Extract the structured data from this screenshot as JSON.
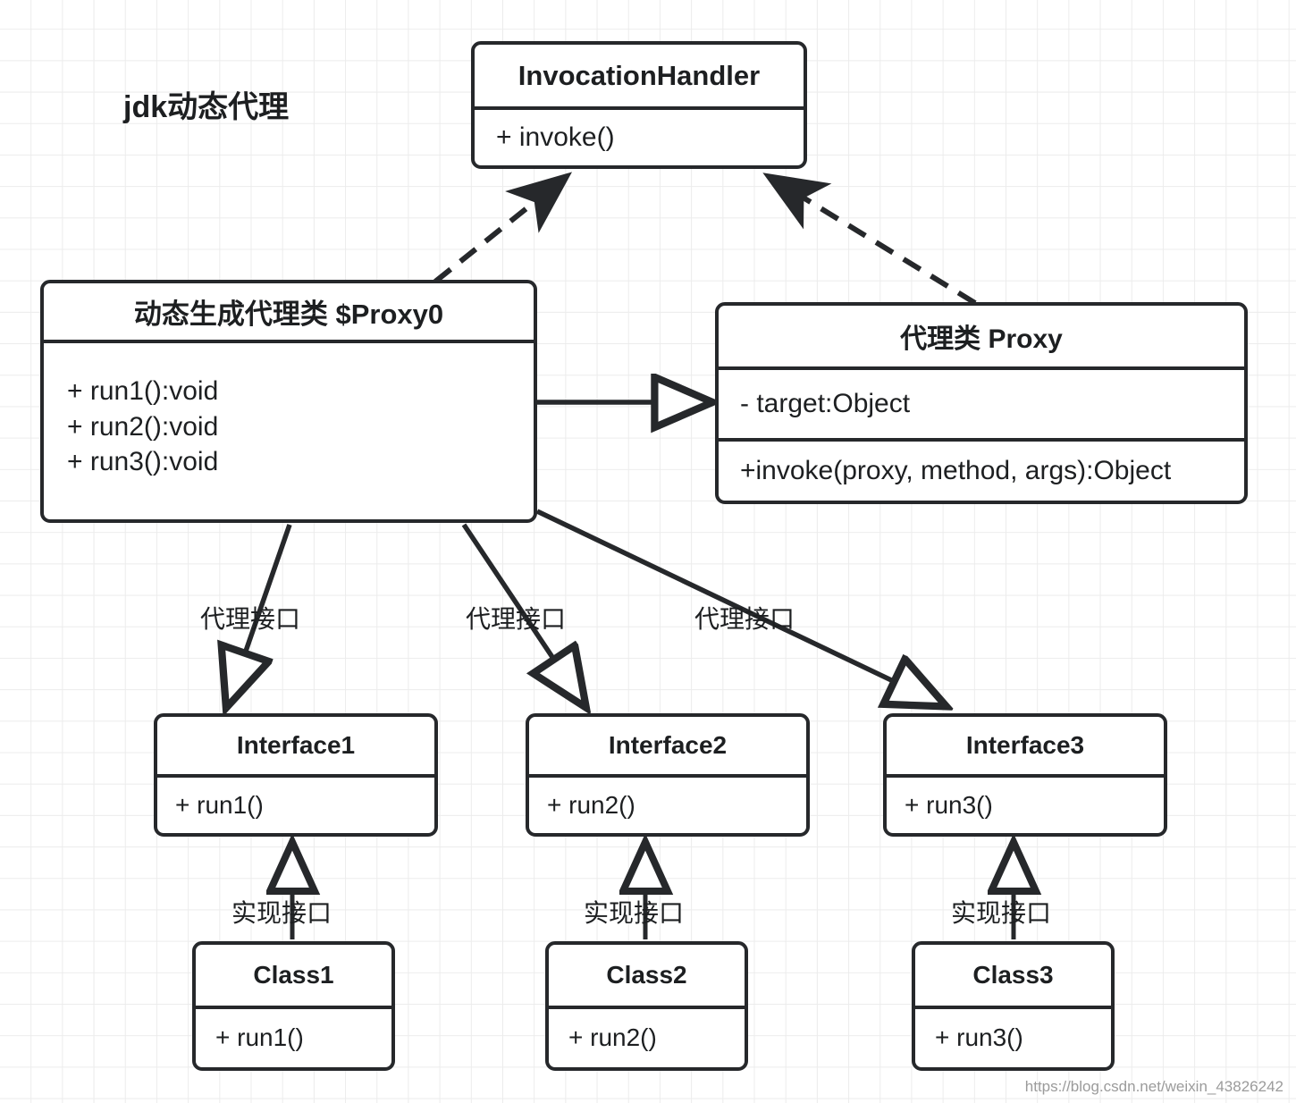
{
  "diagram": {
    "title": "jdk动态代理",
    "watermark": "https://blog.csdn.net/weixin_43826242"
  },
  "boxes": {
    "invocation_handler": {
      "title": "InvocationHandler",
      "methods": [
        "+ invoke()"
      ]
    },
    "proxy0": {
      "title": "动态生成代理类 $Proxy0",
      "methods": [
        "+ run1():void",
        "+ run2():void",
        "+ run3():void"
      ]
    },
    "proxy_class": {
      "title": "代理类 Proxy",
      "attributes": [
        "- target:Object"
      ],
      "methods": [
        "+invoke(proxy, method, args):Object"
      ]
    },
    "interface1": {
      "title": "Interface1",
      "methods": [
        "+ run1()"
      ]
    },
    "interface2": {
      "title": "Interface2",
      "methods": [
        "+ run2()"
      ]
    },
    "interface3": {
      "title": "Interface3",
      "methods": [
        "+ run3()"
      ]
    },
    "class1": {
      "title": "Class1",
      "methods": [
        "+ run1()"
      ]
    },
    "class2": {
      "title": "Class2",
      "methods": [
        "+ run2()"
      ]
    },
    "class3": {
      "title": "Class3",
      "methods": [
        "+ run3()"
      ]
    }
  },
  "edge_labels": {
    "proxy_interface_1": "代理接口",
    "proxy_interface_2": "代理接口",
    "proxy_interface_3": "代理接口",
    "implements_1": "实现接口",
    "implements_2": "实现接口",
    "implements_3": "实现接口"
  },
  "edges": [
    {
      "name": "proxy0-to-invocationhandler",
      "style": "dashed",
      "arrow": "filled-triangle"
    },
    {
      "name": "proxyclass-to-invocationhandler",
      "style": "dashed",
      "arrow": "filled-triangle"
    },
    {
      "name": "proxy0-to-proxyclass",
      "style": "solid",
      "arrow": "open-triangle"
    },
    {
      "name": "proxy0-to-interface1",
      "style": "solid",
      "arrow": "open-triangle"
    },
    {
      "name": "proxy0-to-interface2",
      "style": "solid",
      "arrow": "open-triangle"
    },
    {
      "name": "proxy0-to-interface3",
      "style": "solid",
      "arrow": "open-triangle"
    },
    {
      "name": "class1-to-interface1",
      "style": "solid",
      "arrow": "hollow-triangle"
    },
    {
      "name": "class2-to-interface2",
      "style": "solid",
      "arrow": "hollow-triangle"
    },
    {
      "name": "class3-to-interface3",
      "style": "solid",
      "arrow": "hollow-triangle"
    }
  ],
  "colors": {
    "stroke": "#26282b",
    "text": "#1d1f21",
    "grid": "#ececec",
    "background": "#ffffff",
    "watermark": "#9b9b9b"
  }
}
